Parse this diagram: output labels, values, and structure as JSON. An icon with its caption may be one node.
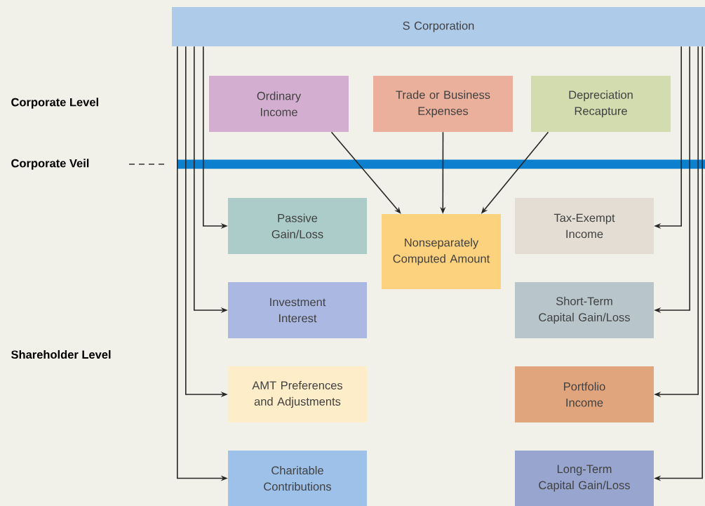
{
  "diagram": {
    "nodes": [
      {
        "text": [
          "S Corporation"
        ]
      },
      {
        "text": [
          "Ordinary Income"
        ]
      },
      {
        "text": [
          "Trade or Business Expenses"
        ]
      },
      {
        "text": [
          "Depreciation Recapture"
        ]
      },
      {
        "text": [
          "Passive Gain/Loss"
        ]
      },
      {
        "text": [
          "Nonseparately Computed Amount"
        ]
      },
      {
        "text": [
          "Tax-Exempt Income"
        ]
      },
      {
        "text": [
          "Investment Interest"
        ]
      },
      {
        "text": [
          "Short-Term Capital Gain/Loss"
        ]
      },
      {
        "text": [
          "AMT Preferences and Adjustments"
        ]
      },
      {
        "text": [
          "Portfolio Income"
        ]
      },
      {
        "text": [
          "Charitable Contributions"
        ]
      },
      {
        "text": [
          "Long-Term Capital Gain/Loss"
        ]
      }
    ],
    "edges": [
      {
        "from": 1,
        "to": 5,
        "arrow": "to"
      },
      {
        "from": 2,
        "to": 5,
        "arrow": "to"
      },
      {
        "from": 3,
        "to": 5,
        "arrow": "to"
      },
      {
        "from": 0,
        "to": 4,
        "arrow": "to"
      },
      {
        "from": 0,
        "to": 7,
        "arrow": "to"
      },
      {
        "from": 0,
        "to": 9,
        "arrow": "to"
      },
      {
        "from": 0,
        "to": 11,
        "arrow": "to"
      },
      {
        "from": 0,
        "to": 6,
        "arrow": "to"
      },
      {
        "from": 0,
        "to": 8,
        "arrow": "to"
      },
      {
        "from": 0,
        "to": 10,
        "arrow": "to"
      },
      {
        "from": 0,
        "to": 12,
        "arrow": "to"
      }
    ],
    "labels": [
      "Corporate Level",
      "Corporate Veil",
      "Shareholder Level"
    ]
  }
}
